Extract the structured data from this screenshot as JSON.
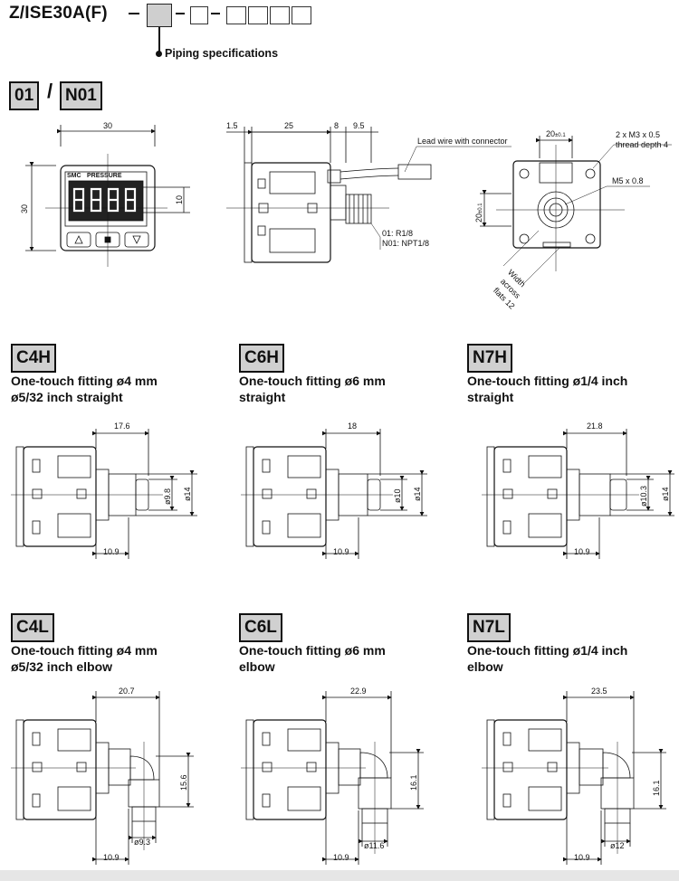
{
  "header": {
    "model_prefix": "Z/ISE30A(F)",
    "piping_label": "Piping specifications"
  },
  "section_main": {
    "tag_a": "01",
    "slash": "/",
    "tag_b": "N01",
    "front": {
      "width": "30",
      "height": "30",
      "window": "10",
      "brand": "SMC",
      "display_label": "PRESSURE"
    },
    "side": {
      "d1": "1.5",
      "d2": "25",
      "d3": "8",
      "d4": "9.5",
      "lead": "Lead wire with connector",
      "thread1": "01: R1/8",
      "thread2": "N01: NPT1/8"
    },
    "back": {
      "width": "20",
      "width_tol": "±0.1",
      "height": "20",
      "height_tol": "±0.1",
      "screw": "2 x M3 x 0.5",
      "screw2": "thread depth 4",
      "port": "M5 x 0.8",
      "flats1": "Width",
      "flats2": "across",
      "flats3": "flats 12"
    }
  },
  "fittings": [
    {
      "tag": "C4H",
      "line1": "One-touch fitting ø4 mm",
      "line2": "ø5/32 inch straight",
      "top": "17.6",
      "bottom": "10.9",
      "d_inner": "ø9.8",
      "d_outer": "ø14"
    },
    {
      "tag": "C6H",
      "line1": "One-touch fitting ø6 mm",
      "line2": "straight",
      "top": "18",
      "bottom": "10.9",
      "d_inner": "ø10",
      "d_outer": "ø14"
    },
    {
      "tag": "N7H",
      "line1": "One-touch fitting ø1/4 inch",
      "line2": "straight",
      "top": "21.8",
      "bottom": "10.9",
      "d_inner": "ø10.3",
      "d_outer": "ø14"
    },
    {
      "tag": "C4L",
      "line1": "One-touch fitting ø4 mm",
      "line2": "ø5/32 inch elbow",
      "top": "20.7",
      "bottom": "10.9",
      "height": "15.6",
      "d_inner": "ø9.3"
    },
    {
      "tag": "C6L",
      "line1": "One-touch fitting ø6 mm",
      "line2": "elbow",
      "top": "22.9",
      "bottom": "10.9",
      "height": "16.1",
      "d_inner": "ø11.6"
    },
    {
      "tag": "N7L",
      "line1": "One-touch fitting ø1/4 inch",
      "line2": "elbow",
      "top": "23.5",
      "bottom": "10.9",
      "height": "16.1",
      "d_inner": "ø12"
    }
  ]
}
